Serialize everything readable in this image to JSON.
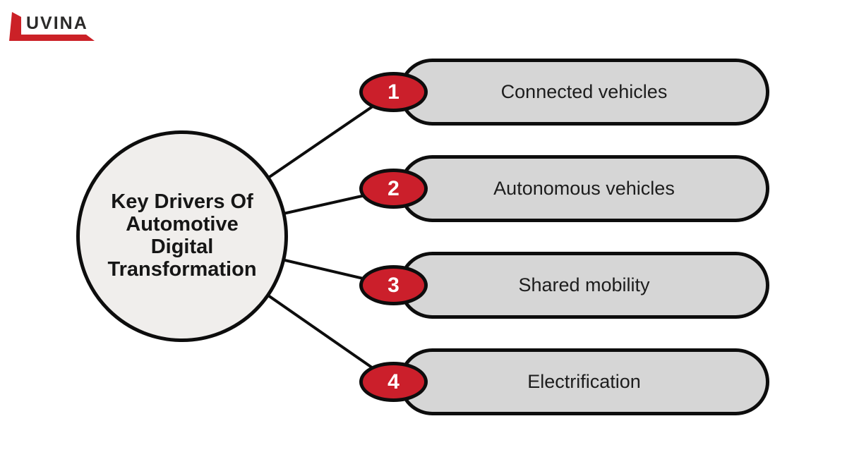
{
  "logo": {
    "brand_text": "UVINA",
    "mark_color": "#cb2127",
    "text_color": "#2b2a29"
  },
  "diagram": {
    "title": "Key Drivers Of Automotive Digital Transformation",
    "items": [
      {
        "number": "1",
        "label": "Connected vehicles"
      },
      {
        "number": "2",
        "label": "Autonomous vehicles"
      },
      {
        "number": "3",
        "label": "Shared mobility"
      },
      {
        "number": "4",
        "label": "Electrification"
      }
    ],
    "colors": {
      "badge_fill": "#cb1f2b",
      "badge_text": "#ffffff",
      "pill_fill": "#d6d6d6",
      "circle_fill": "#f0eeec",
      "outline": "#0d0d0d",
      "connector": "#0d0d0d",
      "background": "#ffffff"
    }
  }
}
